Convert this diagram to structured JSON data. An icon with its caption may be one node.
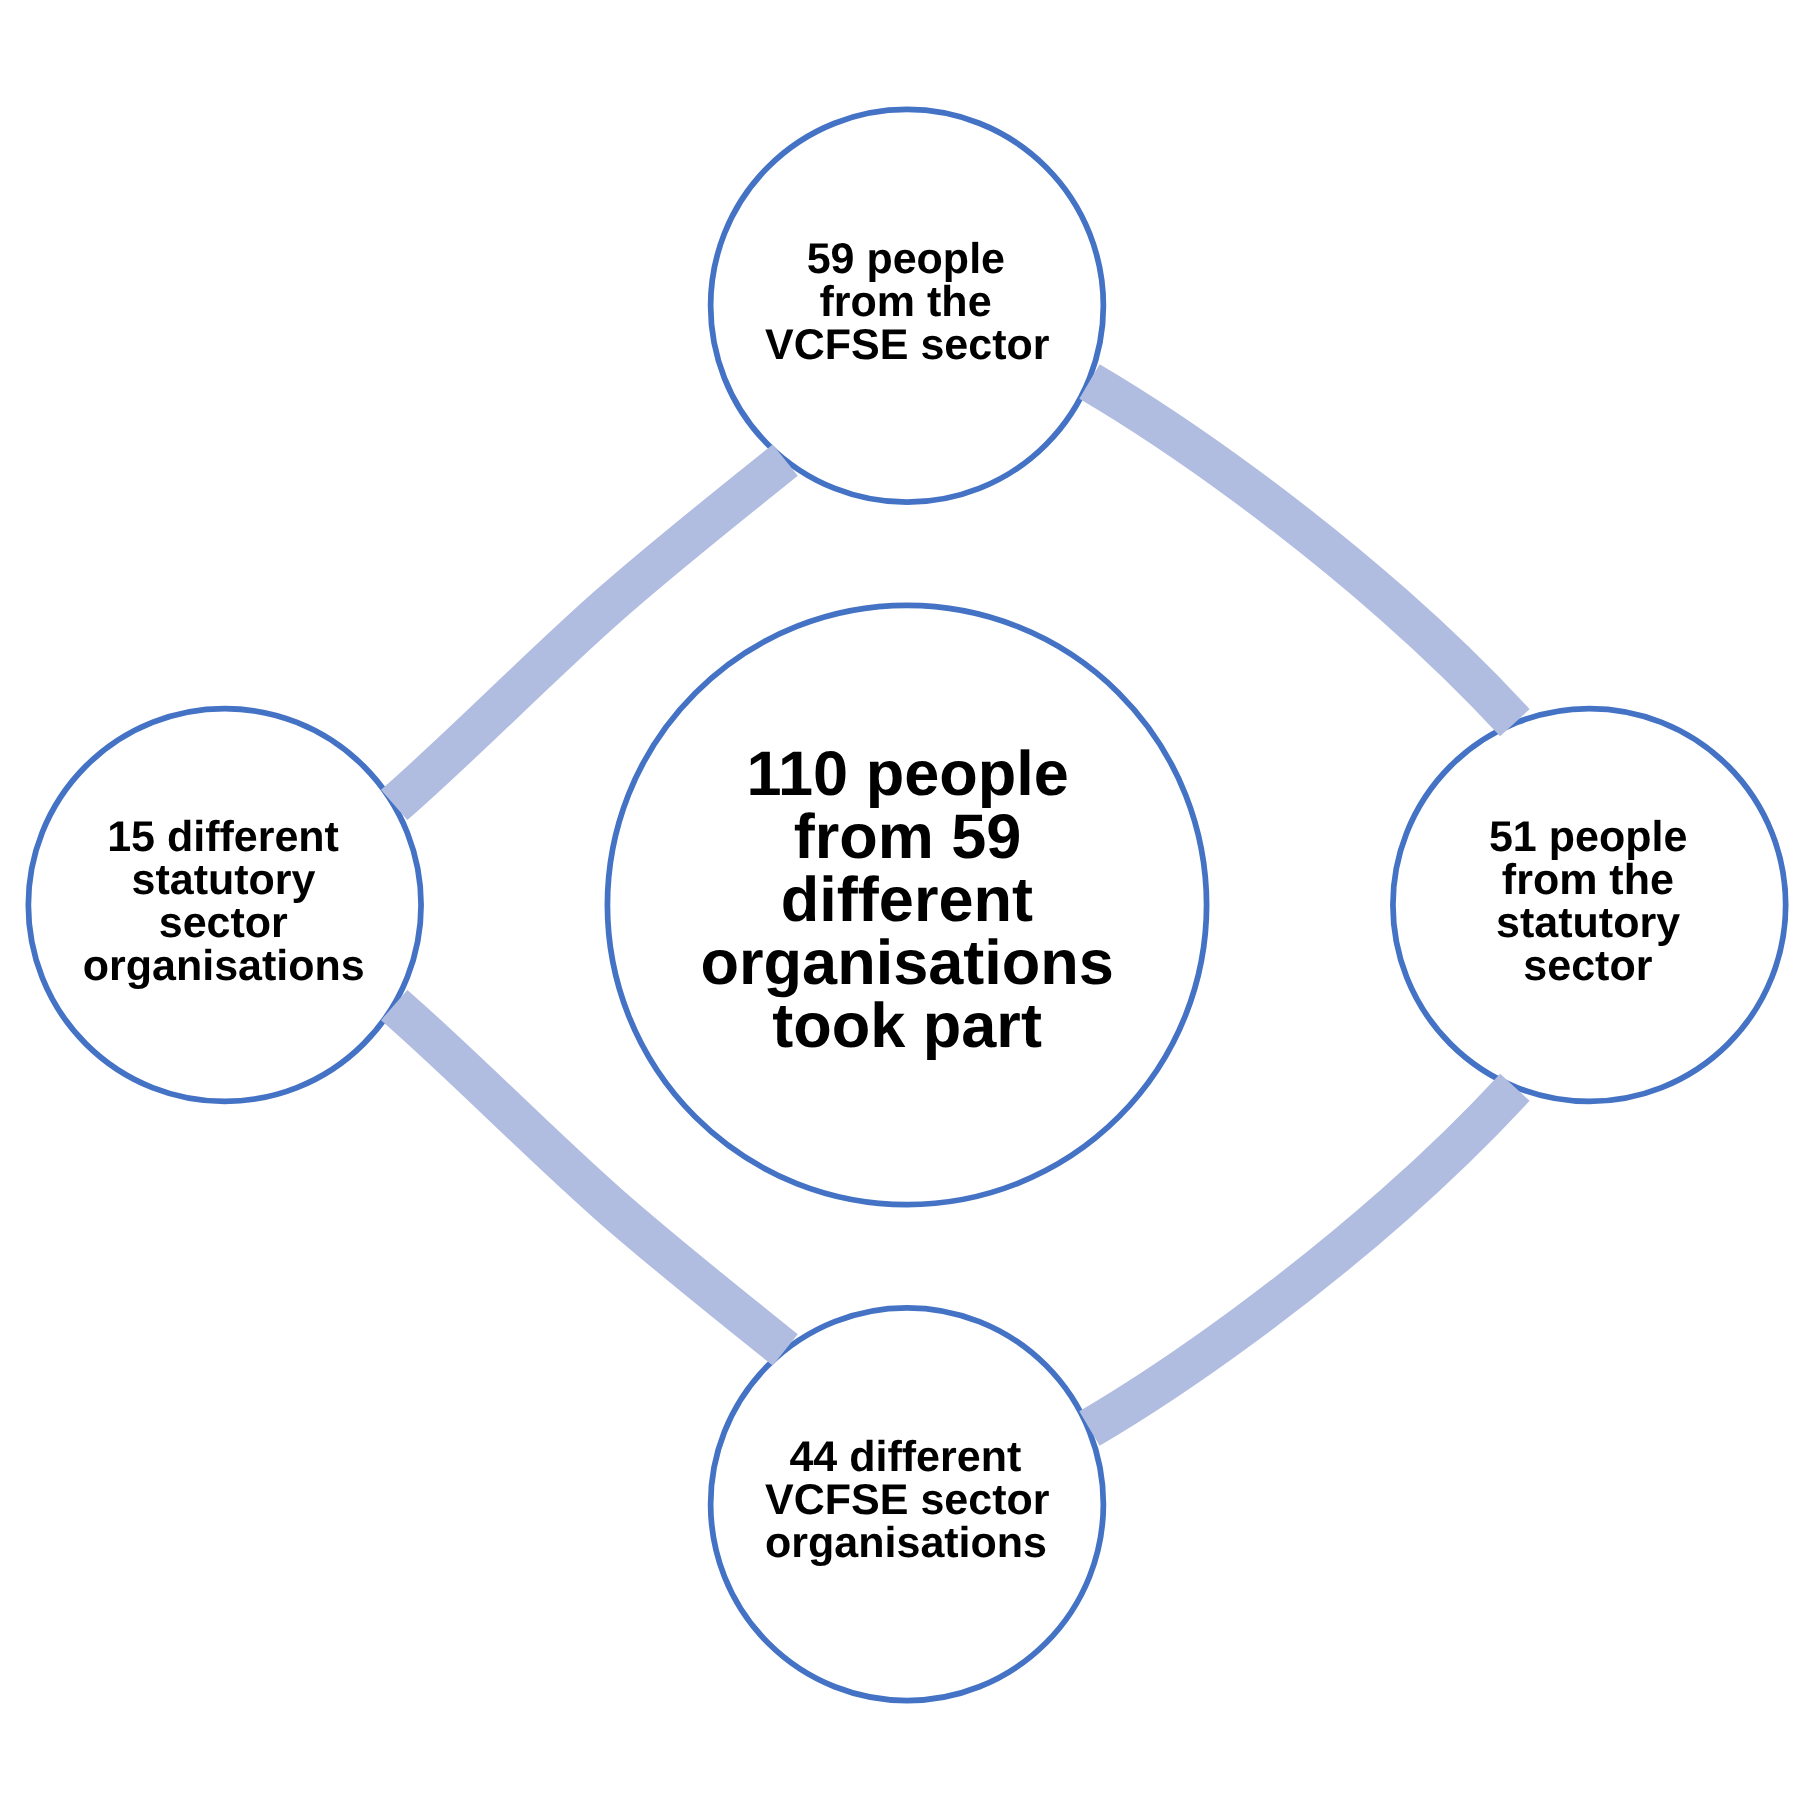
{
  "diagram": {
    "nodes": [
      {
        "text": [
          "59 people from the VCFSE sector"
        ]
      },
      {
        "text": [
          "15 different statutory sector organisations"
        ]
      },
      {
        "text": [
          "110 people from 59 different organisations took part"
        ]
      },
      {
        "text": [
          "51 people from the statutory sector"
        ]
      },
      {
        "text": [
          "44 different VCFSE sector organisations"
        ]
      }
    ],
    "edges": [
      {
        "from": 0,
        "to": 3,
        "arrow": "none"
      },
      {
        "from": 3,
        "to": 4,
        "arrow": "none"
      },
      {
        "from": 4,
        "to": 1,
        "arrow": "none"
      },
      {
        "from": 1,
        "to": 0,
        "arrow": "none"
      }
    ]
  }
}
